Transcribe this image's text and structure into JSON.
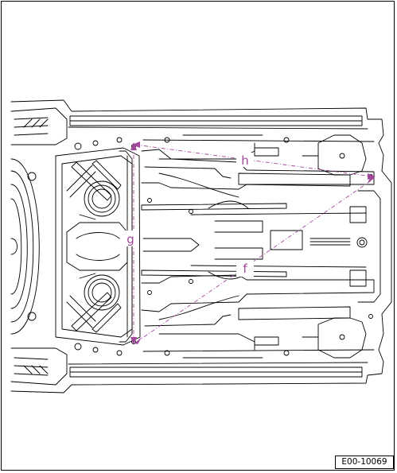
{
  "labels": {
    "h": "h",
    "g": "g",
    "f": "f"
  },
  "reference_code": "E00-10069",
  "colors": {
    "line_art": "#000000",
    "measurement": "#a0479a",
    "background": "#ffffff"
  }
}
